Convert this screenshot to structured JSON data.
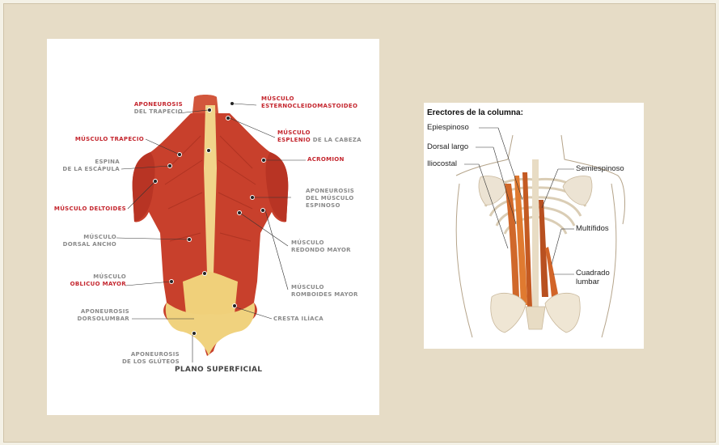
{
  "left_diagram": {
    "caption": "PLANO SUPERFICIAL",
    "labels": {
      "aponeurosis_trapecio_1": "APONEUROSIS",
      "aponeurosis_trapecio_2": "DEL TRAPECIO",
      "musculo_trapecio": "MÚSCULO TRAPECIO",
      "espina_1": "ESPINA",
      "espina_2": "DE LA ESCÁPULA",
      "deltoides": "MÚSCULO DELTOIDES",
      "dorsal_1": "MÚSCULO",
      "dorsal_2": "DORSAL ANCHO",
      "oblicuo_1": "MÚSCULO",
      "oblicuo_2": "OBLICUO MAYOR",
      "dorsolumbar_1": "APONEUROSIS",
      "dorsolumbar_2": "DORSOLUMBAR",
      "gluteos_1": "APONEUROSIS",
      "gluteos_2": "DE LOS GLÚTEOS",
      "esterno_1": "MÚSCULO",
      "esterno_2": "ESTERNOCLEIDOMASTOIDEO",
      "esplenio_1": "MÚSCULO",
      "esplenio_2a": "ESPLENIO",
      "esplenio_2b": "DE LA CABEZA",
      "acromion": "ACROMION",
      "espinoso_1": "APONEUROSIS",
      "espinoso_2": "DEL MÚSCULO",
      "espinoso_3": "ESPINOSO",
      "redondo_1": "MÚSCULO",
      "redondo_2": "REDONDO MAYOR",
      "romboides_1": "MÚSCULO",
      "romboides_2": "ROMBOIDES MAYOR",
      "cresta": "CRESTA ILÍACA"
    }
  },
  "right_diagram": {
    "title": "Erectores de la columna:",
    "labels": {
      "epiespinoso": "Epiespinoso",
      "dorsal_largo": "Dorsal largo",
      "iliocostal": "Iliocostal",
      "semiespinoso": "Semiespinoso",
      "multifidos": "Multífidos",
      "cuadrado_1": "Cuadrado",
      "cuadrado_2": "lumbar"
    }
  },
  "colors": {
    "background": "#e6dcc6",
    "muscle": "#c8402c",
    "label_red": "#c4262e",
    "label_gray": "#8a8a8a"
  }
}
